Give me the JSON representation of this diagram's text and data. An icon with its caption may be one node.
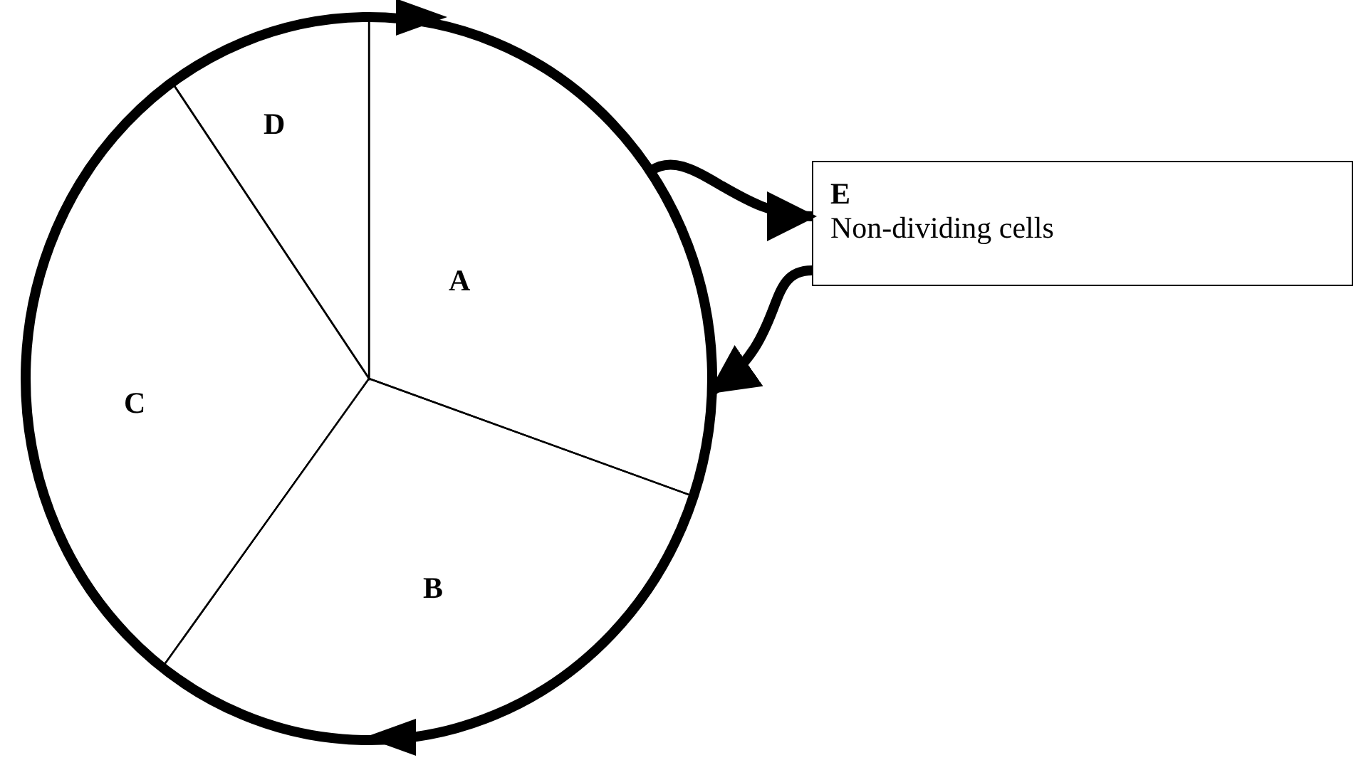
{
  "diagram": {
    "nodes": [
      {
        "text": [],
        "shape": "circle"
      },
      {
        "text": [
          "D"
        ],
        "in": 0
      },
      {
        "text": [
          "A"
        ],
        "in": 0
      },
      {
        "text": [
          "C"
        ],
        "in": 0
      },
      {
        "text": [
          "B"
        ],
        "in": 0
      },
      {
        "text": [
          "E",
          "Non-dividing cells"
        ]
      }
    ],
    "edges": [
      {
        "from": 2,
        "to": 5,
        "arrow": "to"
      },
      {
        "from": 5,
        "to": 2,
        "arrow": "to"
      }
    ]
  }
}
